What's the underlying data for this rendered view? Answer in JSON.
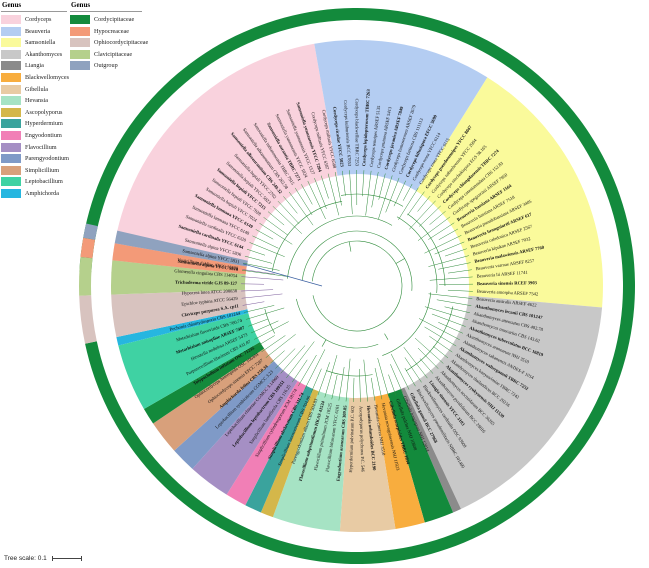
{
  "legend_genus": {
    "title": "Genus",
    "items": [
      {
        "label": "Cordyceps",
        "color": "#f9d2dd"
      },
      {
        "label": "Beauveria",
        "color": "#b4cdf2"
      },
      {
        "label": "Samsoniella",
        "color": "#fafa9b"
      },
      {
        "label": "Akanthomyces",
        "color": "#c8c8c8"
      },
      {
        "label": "Liangia",
        "color": "#8b8b8b"
      },
      {
        "label": "Blackwellomyces",
        "color": "#f8ad3e"
      },
      {
        "label": "Gibellula",
        "color": "#e8cba4"
      },
      {
        "label": "Hevansia",
        "color": "#a6e3c4"
      },
      {
        "label": "Ascopolyporus",
        "color": "#d4b74a"
      },
      {
        "label": "Hyperdermium",
        "color": "#3aa39d"
      },
      {
        "label": "Engyodontium",
        "color": "#f17fb6"
      },
      {
        "label": "Flavocillium",
        "color": "#a58fc4"
      },
      {
        "label": "Parengyodontium",
        "color": "#7f9ac7"
      },
      {
        "label": "Simplicillium",
        "color": "#d8a07b"
      },
      {
        "label": "Leptobacillium",
        "color": "#3fd2a3"
      },
      {
        "label": "Amphichorda",
        "color": "#26b6e0"
      }
    ]
  },
  "legend_family": {
    "title": "Genus",
    "items": [
      {
        "label": "Cordycipitaceae",
        "color": "#138a3c"
      },
      {
        "label": "Hypocreaceae",
        "color": "#f39a78"
      },
      {
        "label": "Ophiocordycipitaceae",
        "color": "#d8c3bf"
      },
      {
        "label": "Clavicipitaceae",
        "color": "#b5d08c"
      },
      {
        "label": "Outgroup",
        "color": "#8fa2bf"
      }
    ]
  },
  "scale": {
    "label": "Tree scale: 0.1"
  },
  "tree": {
    "inner_sectors": [
      {
        "name": "Cordyceps",
        "color": "#f9d2dd"
      },
      {
        "name": "Beauveria",
        "color": "#b4cdf2"
      },
      {
        "name": "Samsoniella",
        "color": "#fafa9b"
      },
      {
        "name": "Akanthomyces",
        "color": "#c8c8c8"
      },
      {
        "name": "Liangia",
        "color": "#8b8b8b"
      },
      {
        "name": "Cordycipitaceae",
        "color": "#138a3c"
      },
      {
        "name": "Blackwellomyces",
        "color": "#f8ad3e"
      },
      {
        "name": "Gibellula",
        "color": "#e8cba4"
      },
      {
        "name": "Hevansia",
        "color": "#a6e3c4"
      },
      {
        "name": "Ascopolyporus",
        "color": "#d4b74a"
      },
      {
        "name": "Hyperdermium",
        "color": "#3aa39d"
      },
      {
        "name": "Engyodontium",
        "color": "#f17fb6"
      },
      {
        "name": "Flavocillium",
        "color": "#a58fc4"
      },
      {
        "name": "Parengyodontium",
        "color": "#7f9ac7"
      },
      {
        "name": "Simplicillium",
        "color": "#d8a07b"
      },
      {
        "name": "Leptobacillium",
        "color": "#3fd2a3"
      },
      {
        "name": "Amphichorda",
        "color": "#26b6e0"
      },
      {
        "name": "Ophiocordycipitaceae",
        "color": "#d8c3bf"
      },
      {
        "name": "Clavicipitaceae",
        "color": "#b5d08c"
      },
      {
        "name": "Hypocreaceae",
        "color": "#f39a78"
      },
      {
        "name": "Outgroup",
        "color": "#8fa2bf"
      }
    ],
    "tip_labels": [
      {
        "text": "Samsoniella alpina YFCC 5818"
      },
      {
        "text": "Samsoniella alpina YFCC 5831"
      },
      {
        "text": "Samsoniella alpina YFCC 5836"
      },
      {
        "text": "Samsoniella cardinalis YFCC 6144"
      },
      {
        "text": "Samsoniella cardinalis YFCC 6320"
      },
      {
        "text": "Samsoniella lanmaoa YFCC 6148"
      },
      {
        "text": "Samsoniella lanmaoa YFCC 6149"
      },
      {
        "text": "Samsoniella hepiali YFCC 7024"
      },
      {
        "text": "Samsoniella hepiali YFCC 7028"
      },
      {
        "text": "Samsoniella hepiali YFCC 7215"
      },
      {
        "text": "Samsoniella hepiali YFCC 5823"
      },
      {
        "text": "Samsoniella hepiali YFCC 2702"
      },
      {
        "text": "Samsoniella alboaurantium CBS 240.32"
      },
      {
        "text": "Samsoniella alboaurantium CBS 262.58"
      },
      {
        "text": "Samsoniella inthanonensis TBRC 7915"
      },
      {
        "text": "Samsoniella aurantia TBRC 7271"
      },
      {
        "text": "Samsoniella yunnanensis YFCC 1824"
      },
      {
        "text": "Samsoniella yunnanensis YFCC 1527"
      },
      {
        "text": "Samsoniella yunnanensis YFCC 7204"
      },
      {
        "text": "Cordyceps militaris YFCC 6587"
      },
      {
        "text": "Cordyceps militaris YFCC 6588"
      },
      {
        "text": "Cordyceps cicadae YFCC 5023"
      },
      {
        "text": "Cordyceps kuiburiensis BCC 67853"
      },
      {
        "text": "Cordyceps blackwelliae TBRC 7253"
      },
      {
        "text": "Cordyceps lepidopterorum TBRC 7263"
      },
      {
        "text": "Cordyceps tenuipes ARSEF 5135"
      },
      {
        "text": "Cordyceps pruinosa ARSEF 5413"
      },
      {
        "text": "Cordyceps javanica ARSEF 7849"
      },
      {
        "text": "Cordyceps fumosorosea ARSEF 2679"
      },
      {
        "text": "Cordyceps farinosa CBS 111113"
      },
      {
        "text": "Cordyceps bifusispora EFCC 5690"
      },
      {
        "text": "Cordyceps rosea YFCC 6114"
      },
      {
        "text": "Cordyceps rosea YFCC 6115"
      },
      {
        "text": "Cordyceps pseudotenuipes YFCC 8047"
      },
      {
        "text": "Cordyceps nabanheensis YFCC 2004"
      },
      {
        "text": "Cordyceps ninchukispora EGS 38.165"
      },
      {
        "text": "Cordyceps chiangdaoensis TBRC 7274"
      },
      {
        "text": "Cordyceps cateniannulata CBS 152.83"
      },
      {
        "text": "Cordyceps spegazzinii ARSEF 7850"
      },
      {
        "text": "Beauveria bassiana ARSEF 1564"
      },
      {
        "text": "Beauveria bassiana ARSEF 7518"
      },
      {
        "text": "Beauveria pseudobassiana ARSEF 3405"
      },
      {
        "text": "Beauveria brongniartii ARSEF 617"
      },
      {
        "text": "Beauveria caledonica ARSEF 2567"
      },
      {
        "text": "Beauveria kipukae ARSEF 7032"
      },
      {
        "text": "Beauveria malawiensis ARSEF 7760"
      },
      {
        "text": "Beauveria varroae ARSEF 8257"
      },
      {
        "text": "Beauveria lii ARSEF 11741"
      },
      {
        "text": "Beauveria sinensis RCEF 3903"
      },
      {
        "text": "Beauveria amorpha ARSEF 7542"
      },
      {
        "text": "Beauveria australis ARSEF 4622"
      },
      {
        "text": "Akanthomyces lecanii CBS 101247"
      },
      {
        "text": "Akanthomyces attenuatus CBS 402.78"
      },
      {
        "text": "Akanthomyces muscarius CBS 143.62"
      },
      {
        "text": "Akanthomyces tuberculatus BCC 16819"
      },
      {
        "text": "Akanthomyces aranearum NHJ 3510"
      },
      {
        "text": "Akanthomyces sabanensis ANDES-F 1014"
      },
      {
        "text": "Akanthomyces waltergamsii TBRC 7252"
      },
      {
        "text": "Akanthomyces kanyawimiae TBRC 7242"
      },
      {
        "text": "Akanthomyces thailandicus BCC 20216"
      },
      {
        "text": "Akanthomyces ryukyuensis NHJ 11530"
      },
      {
        "text": "Akanthomyces noctuidarum BCC 36265"
      },
      {
        "text": "Akanthomyces pyralidarum BCC 28816"
      },
      {
        "text": "Liangia sinensis YFCC 3103"
      },
      {
        "text": "Blackwellomyces cardinalis OSC 93609"
      },
      {
        "text": "Blackwellomyces pseudomilitaris NBRC 101409"
      },
      {
        "text": "Gibellula gamsii BCC 27968"
      },
      {
        "text": "Gibellula longispora NHJ 12014"
      },
      {
        "text": "Gibellula pulchra NHJ 10808"
      },
      {
        "text": "Gibellula scorpioides TBRC 1034"
      },
      {
        "text": "Hevansia novoguineensis NHJ 11923"
      },
      {
        "text": "Hevansia cinerea NHJ 3510"
      },
      {
        "text": "Hevansia nelumboides BCC 2190"
      },
      {
        "text": "Ascopolyporus polychrous P.C. 546"
      },
      {
        "text": "Hyperdermium pulvinatum P.C. 602"
      },
      {
        "text": "Engyodontium aranearum CBS 309.85"
      },
      {
        "text": "Flavocillium bifurcatum YFCC 6101"
      },
      {
        "text": "Flavocillium primulinum JCM 18525"
      },
      {
        "text": "Flavocillium subprimulinum HKAS 41534"
      },
      {
        "text": "Parengyodontium album CBS 504.83"
      },
      {
        "text": "Simplicillium lanosoniveum CBS 704.86"
      },
      {
        "text": "Simplicillium obclavatum CBS 311.74"
      },
      {
        "text": "Simplicillium cylindrosporum JCM 18174"
      },
      {
        "text": "Simplicillium lamellicola CBS 116.25"
      },
      {
        "text": "Leptobacillium leptobactrum CBS 109351"
      },
      {
        "text": "Leptobacillium chinense CGMCC 3.14969"
      },
      {
        "text": "Leptobacillium symbioticum CGMCC 3.23"
      },
      {
        "text": "Amphichorda felina CBS 250.34"
      },
      {
        "text": "Ophiocordyceps sinensis EFCC 7287"
      },
      {
        "text": "Ophiocordyceps heteropoda OSC 106404"
      },
      {
        "text": "Tolypocladium inflatum OSC 71235"
      },
      {
        "text": "Purpureocillium lilacinum CBS 431.87"
      },
      {
        "text": "Hirsutella nodulosa ARSEF 5473"
      },
      {
        "text": "Metarhizium anisopliae ARSEF 7487"
      },
      {
        "text": "Metarhizium flavoviride CBS 700.74"
      },
      {
        "text": "Pochonia chlamydosporia CBS 101244"
      },
      {
        "text": "Claviceps purpurea S.A. cp11"
      },
      {
        "text": "Epichloe typhina ATCC 56429"
      },
      {
        "text": "Hypocrea lutea ATCC 208838"
      },
      {
        "text": "Trichoderma viride GJS 89-127"
      },
      {
        "text": "Glomerella cingulata CBS 114054"
      },
      {
        "text": "Verticillium dahliae ATCC 16535"
      }
    ]
  }
}
